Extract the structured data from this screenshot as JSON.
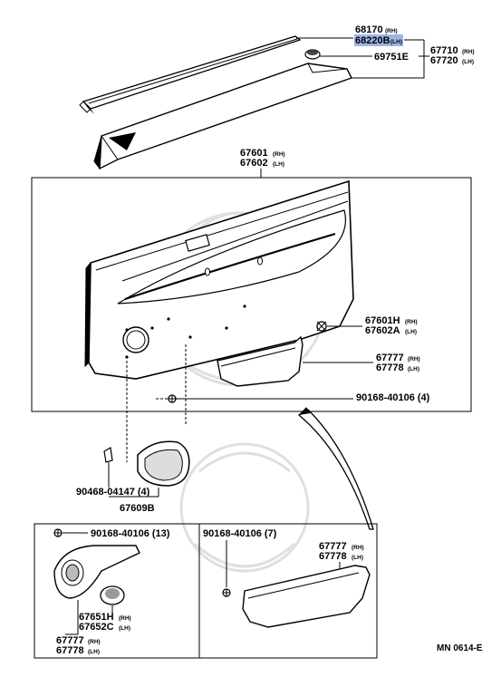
{
  "parts": {
    "p68170": {
      "number": "68170",
      "side": "(RH)"
    },
    "p68220b": {
      "number": "68220B",
      "side": "(LH)"
    },
    "p67710": {
      "number": "67710",
      "side": "(RH)"
    },
    "p67720": {
      "number": "67720",
      "side": "(LH)"
    },
    "p69751e": {
      "number": "69751E"
    },
    "p67601": {
      "number": "67601",
      "side": "(RH)"
    },
    "p67602": {
      "number": "67602",
      "side": "(LH)"
    },
    "p67601h": {
      "number": "67601H",
      "side": "(RH)"
    },
    "p67602a": {
      "number": "67602A",
      "side": "(LH)"
    },
    "p67777a": {
      "number": "67777",
      "side": "(RH)"
    },
    "p67778a": {
      "number": "67778",
      "side": "(LH)"
    },
    "p90168a": {
      "number": "90168-40106 (4)"
    },
    "p90468": {
      "number": "90468-04147 (4)"
    },
    "p67609b": {
      "number": "67609B"
    },
    "p90168b": {
      "number": "90168-40106 (13)"
    },
    "p67651h": {
      "number": "67651H",
      "side": "(RH)"
    },
    "p67652c": {
      "number": "67652C",
      "side": "(LH)"
    },
    "p67777b": {
      "number": "67777",
      "side": "(RH)"
    },
    "p67778b": {
      "number": "67778",
      "side": "(LH)"
    },
    "p90168c": {
      "number": "90168-40106 (7)"
    },
    "p67777c": {
      "number": "67777",
      "side": "(RH)"
    },
    "p67778c": {
      "number": "67778",
      "side": "(LH)"
    }
  },
  "diagram_code": "MN 0614-E",
  "highlight_color": "#9fb4e6"
}
